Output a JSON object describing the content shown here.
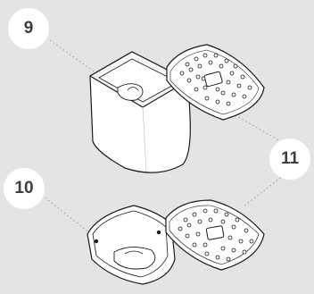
{
  "steps": [
    {
      "number": "9"
    },
    {
      "number": "10"
    },
    {
      "number": "11"
    }
  ],
  "colors": {
    "background": "#e4e4e4",
    "badge_fill": "#ffffff",
    "badge_text": "#3d3d3d",
    "line_art": "#1a1a1a",
    "leader_line": "#9a9a9a"
  },
  "icons": [
    "fountain-base-icon",
    "filter-lid-icon",
    "open-tray-icon"
  ]
}
